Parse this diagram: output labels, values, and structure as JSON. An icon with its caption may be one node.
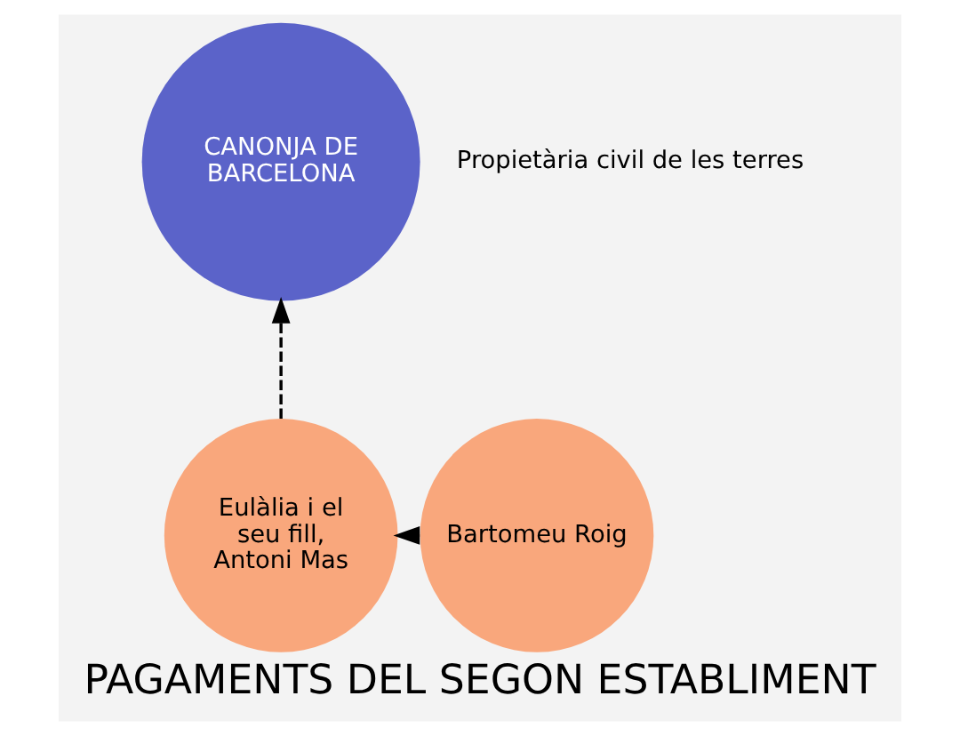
{
  "diagram": {
    "title": "PAGAMENTS DEL SEGON ESTABLIMENT",
    "nodes": [
      {
        "text": [
          "CANONJA DE BARCELONA"
        ],
        "beside": [
          "Propietària civil de les terres"
        ]
      },
      {
        "text": [
          "Eulàlia i el seu fill, Antoni Mas"
        ]
      },
      {
        "text": [
          "Bartomeu Roig"
        ]
      }
    ],
    "edges": [
      {
        "from": 1,
        "to": 0,
        "arrow": "to",
        "style": "dashed"
      },
      {
        "from": 2,
        "to": 1,
        "arrow": "to"
      }
    ]
  }
}
